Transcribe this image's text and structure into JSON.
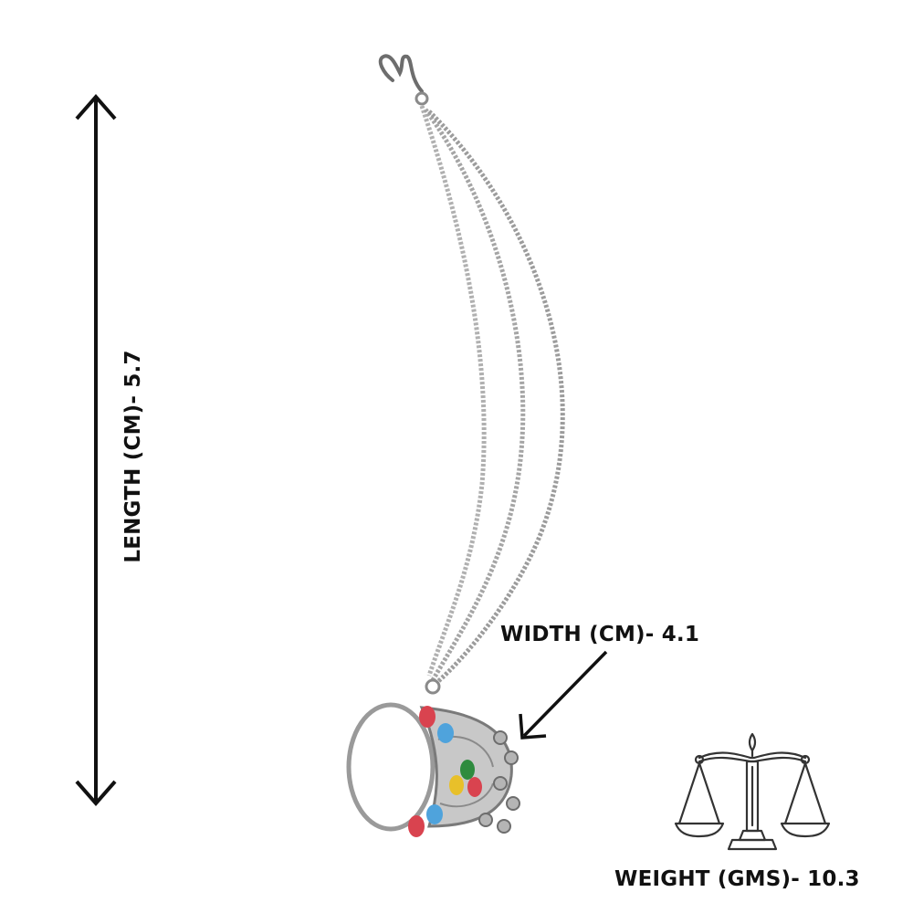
{
  "labels": {
    "length": "LENGTH (CM)- 5.7",
    "width": "WIDTH (CM)- 4.1",
    "weight": "WEIGHT (GMS)- 10.3"
  },
  "product": {
    "gem_colors": [
      "#d9434f",
      "#4fa3dc",
      "#2e8b3e",
      "#e8c02a",
      "#d9434f",
      "#4fa3dc",
      "#d9434f"
    ]
  },
  "icons": {
    "length_arrow": "double-arrow-vertical-icon",
    "width_arrow": "arrow-pointer-icon",
    "scale": "balance-scale-icon"
  },
  "colors": {
    "text": "#111111",
    "metal": "#a9a9a9",
    "metal_dark": "#6d6d6d"
  }
}
